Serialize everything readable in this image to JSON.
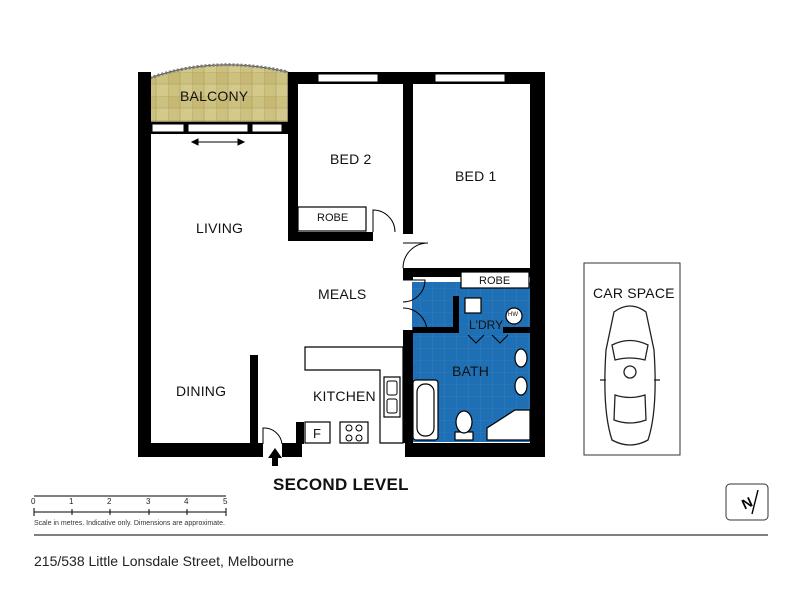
{
  "rooms": {
    "balcony": "BALCONY",
    "bed2": "BED 2",
    "bed2_robe": "ROBE",
    "bed1": "BED 1",
    "bed1_robe": "ROBE",
    "living": "LIVING",
    "meals": "MEALS",
    "dining": "DINING",
    "kitchen": "KITCHEN",
    "fridge": "F",
    "laundry": "L'DRY",
    "bath": "BATH",
    "hot_water": "HW",
    "car_space": "CAR SPACE"
  },
  "level_title": "SECOND LEVEL",
  "scale_bar": {
    "ticks": [
      "0",
      "1",
      "2",
      "3",
      "4",
      "5"
    ],
    "note": "Scale in metres. Indicative only. Dimensions are approximate."
  },
  "address": "215/538 Little Lonsdale Street, Melbourne",
  "colors": {
    "wall": "#000000",
    "wet_area": "#1f6fb4",
    "balcony_tile": "#cdc17f",
    "text": "#111111"
  }
}
